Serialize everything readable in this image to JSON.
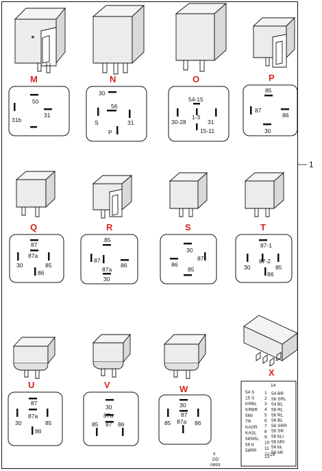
{
  "side_number": "1",
  "relays": [
    {
      "letter": "M",
      "pins": [
        "50",
        "31",
        "31b"
      ]
    },
    {
      "letter": "N",
      "pins": [
        "30",
        "56",
        "S",
        "31",
        "P"
      ]
    },
    {
      "letter": "O",
      "pins": [
        "54-15",
        "1-3",
        "30-28",
        "31",
        "15-11"
      ]
    },
    {
      "letter": "P",
      "pins": [
        "85",
        "87",
        "86",
        "30"
      ]
    },
    {
      "letter": "Q",
      "pins": [
        "87",
        "87a",
        "30",
        "85",
        "86"
      ]
    },
    {
      "letter": "R",
      "pins": [
        "85",
        "87",
        "86",
        "87a",
        "30"
      ]
    },
    {
      "letter": "S",
      "pins": [
        "30",
        "86",
        "87",
        "85"
      ]
    },
    {
      "letter": "T",
      "pins": [
        "87-1",
        "87-2",
        "30",
        "85",
        "86"
      ]
    },
    {
      "letter": "U",
      "pins": [
        "87",
        "87a",
        "30",
        "85",
        "86"
      ]
    },
    {
      "letter": "V",
      "pins": [
        "30",
        "87a",
        "87",
        "85",
        "86"
      ]
    },
    {
      "letter": "W",
      "pins": [
        "30",
        "87",
        "87a",
        "85",
        "86"
      ]
    }
  ],
  "module_x": {
    "letter": "X",
    "top_pin": "14",
    "left_labels": [
      "54 S",
      "15 S",
      "KRBL",
      "KRBR",
      "56b",
      "TR",
      "KASR",
      "KASL",
      "58SRL",
      "56 b",
      "58RR"
    ],
    "left_nums": [
      "1",
      "2",
      "3",
      "4",
      "5",
      "6",
      "7",
      "8",
      "9",
      "10",
      "11",
      "12"
    ],
    "right_labels": [
      "54 BR",
      "56 SRL",
      "54 BL",
      "58 RL",
      "56 RL",
      "56 BL",
      "56 SRR",
      "56 SR",
      "56 bLI",
      "56 bRI",
      "56 bL",
      "56 bR"
    ],
    "bottom_pins": [
      "13",
      "25"
    ]
  },
  "drawing_code": [
    "II",
    "DD",
    "0893"
  ]
}
